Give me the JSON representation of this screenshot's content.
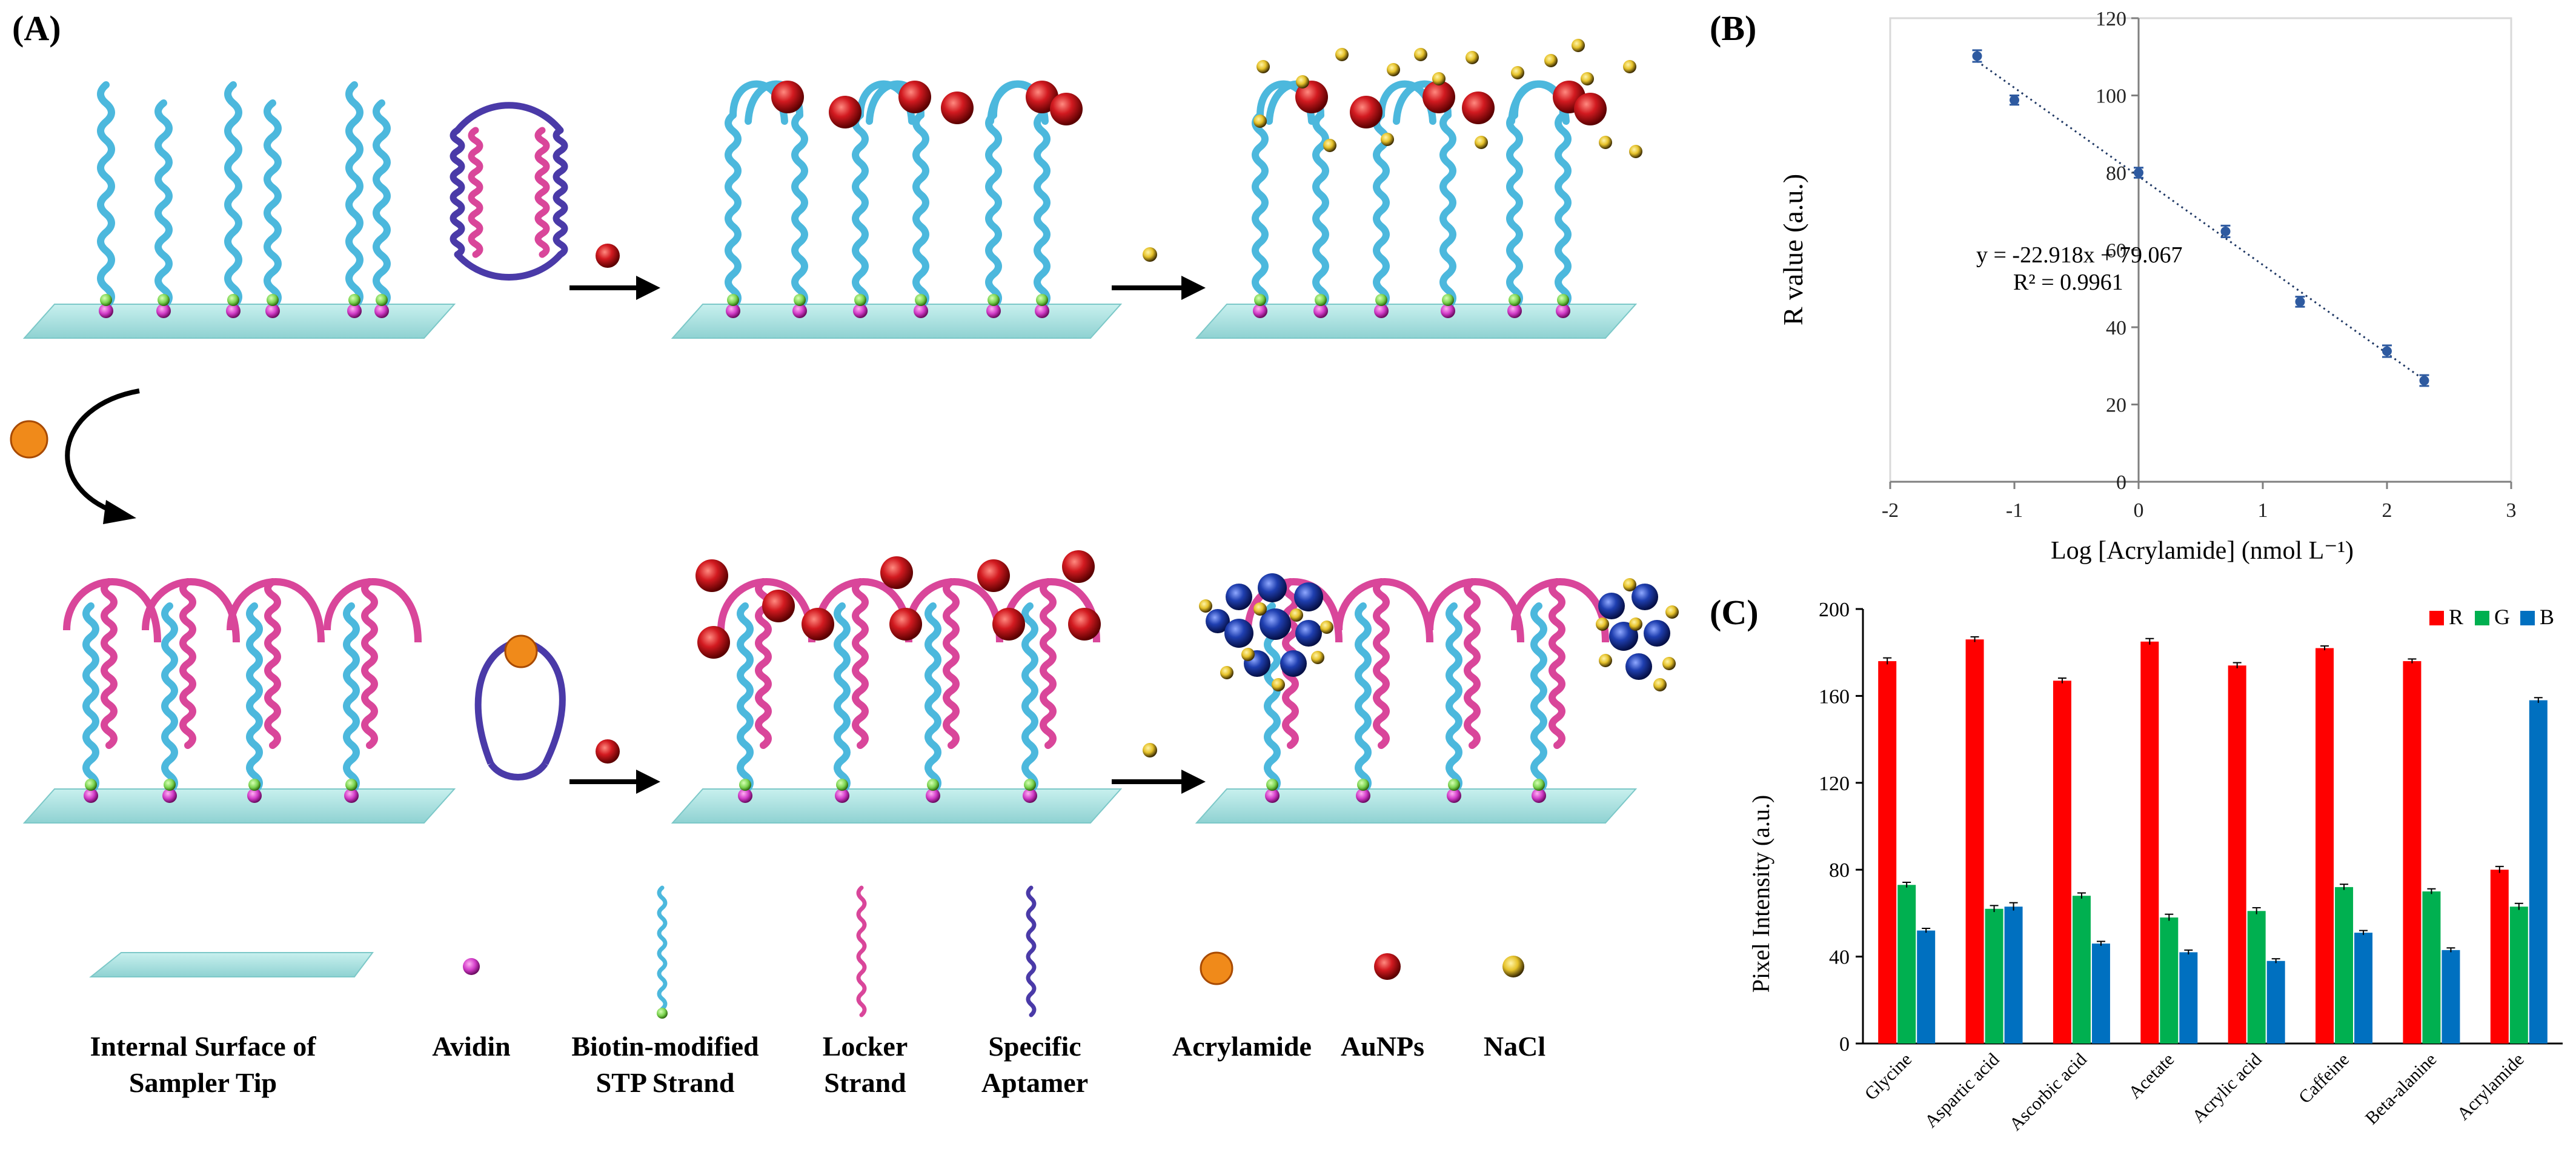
{
  "panels": {
    "a": {
      "label": "(A)"
    },
    "b": {
      "label": "(B)"
    },
    "c": {
      "label": "(C)"
    }
  },
  "legend_a": {
    "surface": [
      "Internal Surface of",
      "Sampler Tip"
    ],
    "avidin": [
      "Avidin"
    ],
    "stp": [
      "Biotin-modified",
      "STP Strand"
    ],
    "locker": [
      "Locker",
      "Strand"
    ],
    "aptamer": [
      "Specific",
      "Aptamer"
    ],
    "acrylamide": [
      "Acrylamide"
    ],
    "aunps": [
      "AuNPs"
    ],
    "nacl": [
      "NaCl"
    ]
  },
  "colors": {
    "stp": "#4cb8dd",
    "locker": "#d9469a",
    "aptamer": "#4a3aa8",
    "avidin": "#d23cc8",
    "biotin": "#7ad34e",
    "aunp": "#c4141a",
    "aggregate": "#1f3fb0",
    "nacl": "#e6c22a",
    "surface": "#a8e0e0",
    "acrylamide": "#f08a1a",
    "R": "#ff0000",
    "G": "#00b050",
    "B": "#0070c0",
    "regression": "#1f3864",
    "point": "#2e5aa0"
  },
  "chart_data": [
    {
      "type": "scatter",
      "panel": "(B)",
      "xlabel": "Log [Acrylamide] (nmol L⁻¹)",
      "ylabel": "R value (a.u.)",
      "xlim": [
        -2,
        3
      ],
      "ylim": [
        0,
        120
      ],
      "xticks": [
        -2,
        -1,
        0,
        1,
        2,
        3
      ],
      "yticks": [
        0,
        20,
        40,
        60,
        80,
        100,
        120
      ],
      "grid": false,
      "points": [
        {
          "x": -1.3,
          "y": 110.2,
          "err": 1.5
        },
        {
          "x": -1.0,
          "y": 98.8,
          "err": 1.2
        },
        {
          "x": 0.0,
          "y": 80.0,
          "err": 1.3
        },
        {
          "x": 0.7,
          "y": 64.8,
          "err": 1.5
        },
        {
          "x": 1.3,
          "y": 46.6,
          "err": 1.3
        },
        {
          "x": 2.0,
          "y": 33.8,
          "err": 1.5
        },
        {
          "x": 2.3,
          "y": 26.2,
          "err": 1.4
        }
      ],
      "trendline": {
        "slope": -22.918,
        "intercept": 79.067,
        "x_range": [
          -1.3,
          2.3
        ]
      },
      "equation": "y = -22.918x + 79.067",
      "r2": "R² = 0.9961"
    },
    {
      "type": "bar",
      "panel": "(C)",
      "ylabel": "Pixel Intensity (a.u.)",
      "ylim": [
        0,
        200
      ],
      "yticks": [
        0,
        40,
        80,
        120,
        160,
        200
      ],
      "legend_position": "top-right",
      "categories": [
        "Glycine",
        "Aspartic acid",
        "Ascorbic acid",
        "Acetate",
        "Acrylic acid",
        "Caffeine",
        "Beta-alanine",
        "Acrylamide"
      ],
      "series": [
        {
          "name": "R",
          "values": [
            176,
            186,
            167,
            185,
            174,
            182,
            176,
            80
          ],
          "errors": [
            1.5,
            1.2,
            1.2,
            1.4,
            1.3,
            1.0,
            1.0,
            1.5
          ]
        },
        {
          "name": "G",
          "values": [
            73,
            62,
            68,
            58,
            61,
            72,
            70,
            63
          ],
          "errors": [
            1.2,
            1.5,
            1.3,
            1.5,
            1.5,
            1.3,
            1.2,
            1.5
          ]
        },
        {
          "name": "B",
          "values": [
            52,
            63,
            46,
            42,
            38,
            51,
            43,
            158
          ],
          "errors": [
            1.0,
            1.8,
            1.0,
            1.0,
            1.0,
            1.0,
            1.0,
            1.2
          ]
        }
      ]
    }
  ]
}
